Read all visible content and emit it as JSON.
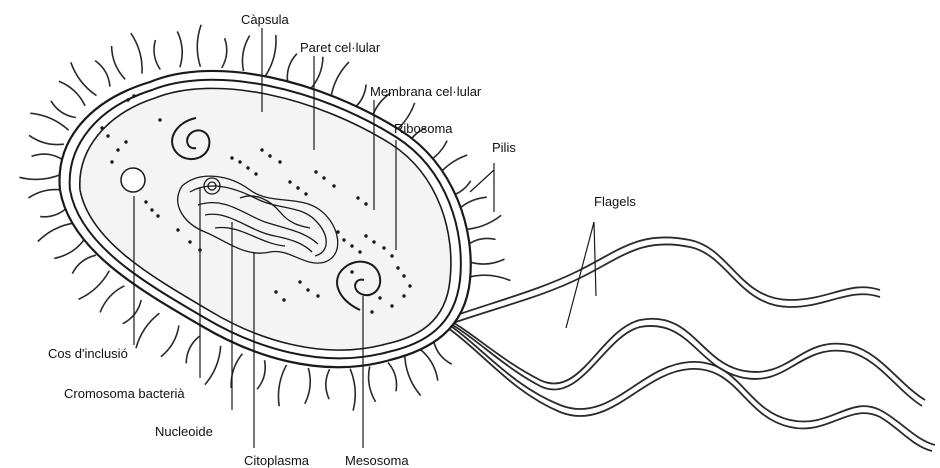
{
  "labels": {
    "capsula": "Càpsula",
    "paret": "Paret cel·lular",
    "membrana": "Membrana cel·lular",
    "ribosoma": "Ribosoma",
    "pilis": "Pilis",
    "flagels": "Flagels",
    "cos_inclusio": "Cos d'inclusió",
    "cromosoma": "Cromosoma bacterià",
    "nucleoide": "Nucleoide",
    "citoplasma": "Citoplasma",
    "mesosoma": "Mesosoma"
  },
  "colors": {
    "ink": "#1a1a1a",
    "cytoplasm": "#f4f4f4",
    "background": "#ffffff"
  }
}
